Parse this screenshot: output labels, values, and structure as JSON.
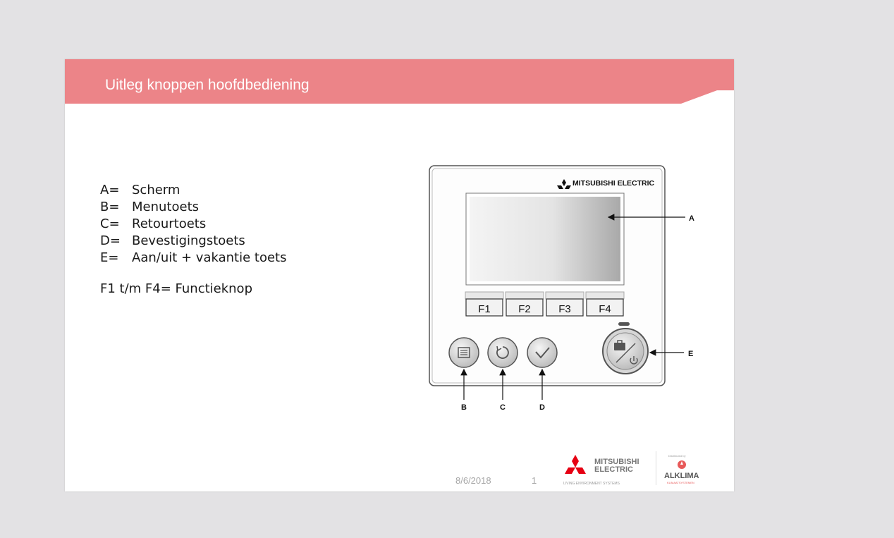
{
  "slide": {
    "title": "Uitleg knoppen hoofdbediening",
    "legend": [
      {
        "key": "A=",
        "text": "Scherm"
      },
      {
        "key": "B=",
        "text": "Menutoets"
      },
      {
        "key": "C=",
        "text": "Retourtoets"
      },
      {
        "key": "D=",
        "text": "Bevestigingstoets"
      },
      {
        "key": "E=",
        "text": "Aan/uit + vakantie toets"
      }
    ],
    "legend_extra": "F1 t/m F4= Functieknop",
    "footer": {
      "date": "8/6/2018",
      "page": "1"
    }
  },
  "controller": {
    "brand": "MITSUBISHI ELECTRIC",
    "function_keys": [
      "F1",
      "F2",
      "F3",
      "F4"
    ],
    "callouts": {
      "screen": "A",
      "menu": "B",
      "return": "C",
      "confirm": "D",
      "power": "E"
    }
  },
  "logos": {
    "mitsubishi_line1": "MITSUBISHI",
    "mitsubishi_line2": "ELECTRIC",
    "mitsubishi_tagline": "LIVING ENVIRONMENT SYSTEMS",
    "alklima_small": "Distributed by",
    "alklima_name": "ALKLIMA",
    "alklima_tagline": "KLIMAATSYSTEMEN"
  },
  "colors": {
    "banner": "#ec8488",
    "mitsubishi_red": "#e60012"
  }
}
